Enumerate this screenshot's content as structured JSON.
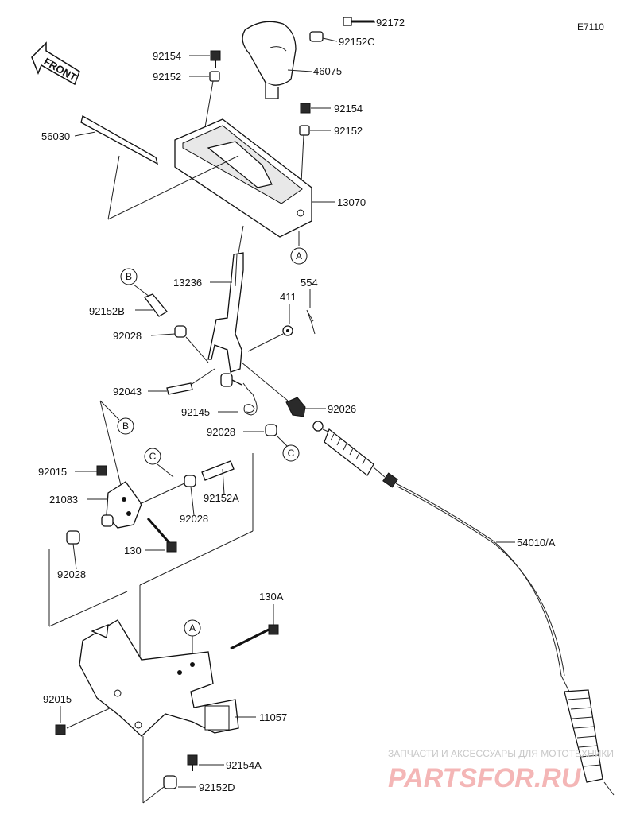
{
  "diagram_code": "E7110",
  "front_label": "FRONT",
  "parts": [
    {
      "id": "92172",
      "label": "92172"
    },
    {
      "id": "92152C",
      "label": "92152C"
    },
    {
      "id": "92154_top",
      "label": "92154"
    },
    {
      "id": "92152_top",
      "label": "92152"
    },
    {
      "id": "46075",
      "label": "46075"
    },
    {
      "id": "92154_mid",
      "label": "92154"
    },
    {
      "id": "92152_mid",
      "label": "92152"
    },
    {
      "id": "56030",
      "label": "56030"
    },
    {
      "id": "13070",
      "label": "13070"
    },
    {
      "id": "13236",
      "label": "13236"
    },
    {
      "id": "554",
      "label": "554"
    },
    {
      "id": "411",
      "label": "411"
    },
    {
      "id": "92152B",
      "label": "92152B"
    },
    {
      "id": "92028_a",
      "label": "92028"
    },
    {
      "id": "92043",
      "label": "92043"
    },
    {
      "id": "92145",
      "label": "92145"
    },
    {
      "id": "92026",
      "label": "92026"
    },
    {
      "id": "92028_b",
      "label": "92028"
    },
    {
      "id": "92015_a",
      "label": "92015"
    },
    {
      "id": "21083",
      "label": "21083"
    },
    {
      "id": "92152A",
      "label": "92152A"
    },
    {
      "id": "92028_c",
      "label": "92028"
    },
    {
      "id": "130",
      "label": "130"
    },
    {
      "id": "92028_d",
      "label": "92028"
    },
    {
      "id": "54010A",
      "label": "54010/A"
    },
    {
      "id": "130A",
      "label": "130A"
    },
    {
      "id": "92015_b",
      "label": "92015"
    },
    {
      "id": "11057",
      "label": "11057"
    },
    {
      "id": "92154A",
      "label": "92154A"
    },
    {
      "id": "92152D",
      "label": "92152D"
    }
  ],
  "callouts": {
    "a1": "A",
    "a2": "A",
    "b1": "B",
    "b2": "B",
    "c1": "C",
    "c2": "C"
  },
  "watermark": {
    "line1": "ЗАПЧАСТИ И АКСЕССУАРЫ ДЛЯ МОТОТЕХНИКИ",
    "line2": "PARTSFOR.RU"
  }
}
